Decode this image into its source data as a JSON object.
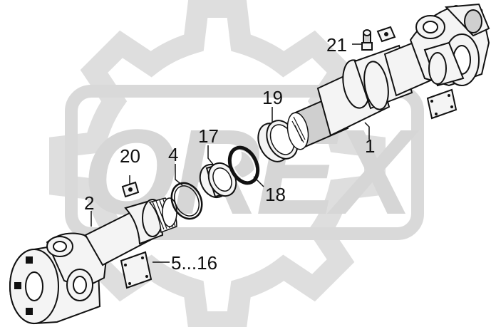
{
  "diagram": {
    "watermark": {
      "text": "OREX",
      "color": "#d6d6d6"
    },
    "callouts": [
      {
        "id": "c1",
        "text": "1"
      },
      {
        "id": "c2",
        "text": "2"
      },
      {
        "id": "c4",
        "text": "4"
      },
      {
        "id": "c5",
        "text": "5...16"
      },
      {
        "id": "c17",
        "text": "17"
      },
      {
        "id": "c18",
        "text": "18"
      },
      {
        "id": "c19",
        "text": "19"
      },
      {
        "id": "c20",
        "text": "20"
      },
      {
        "id": "c21",
        "text": "21"
      }
    ]
  }
}
